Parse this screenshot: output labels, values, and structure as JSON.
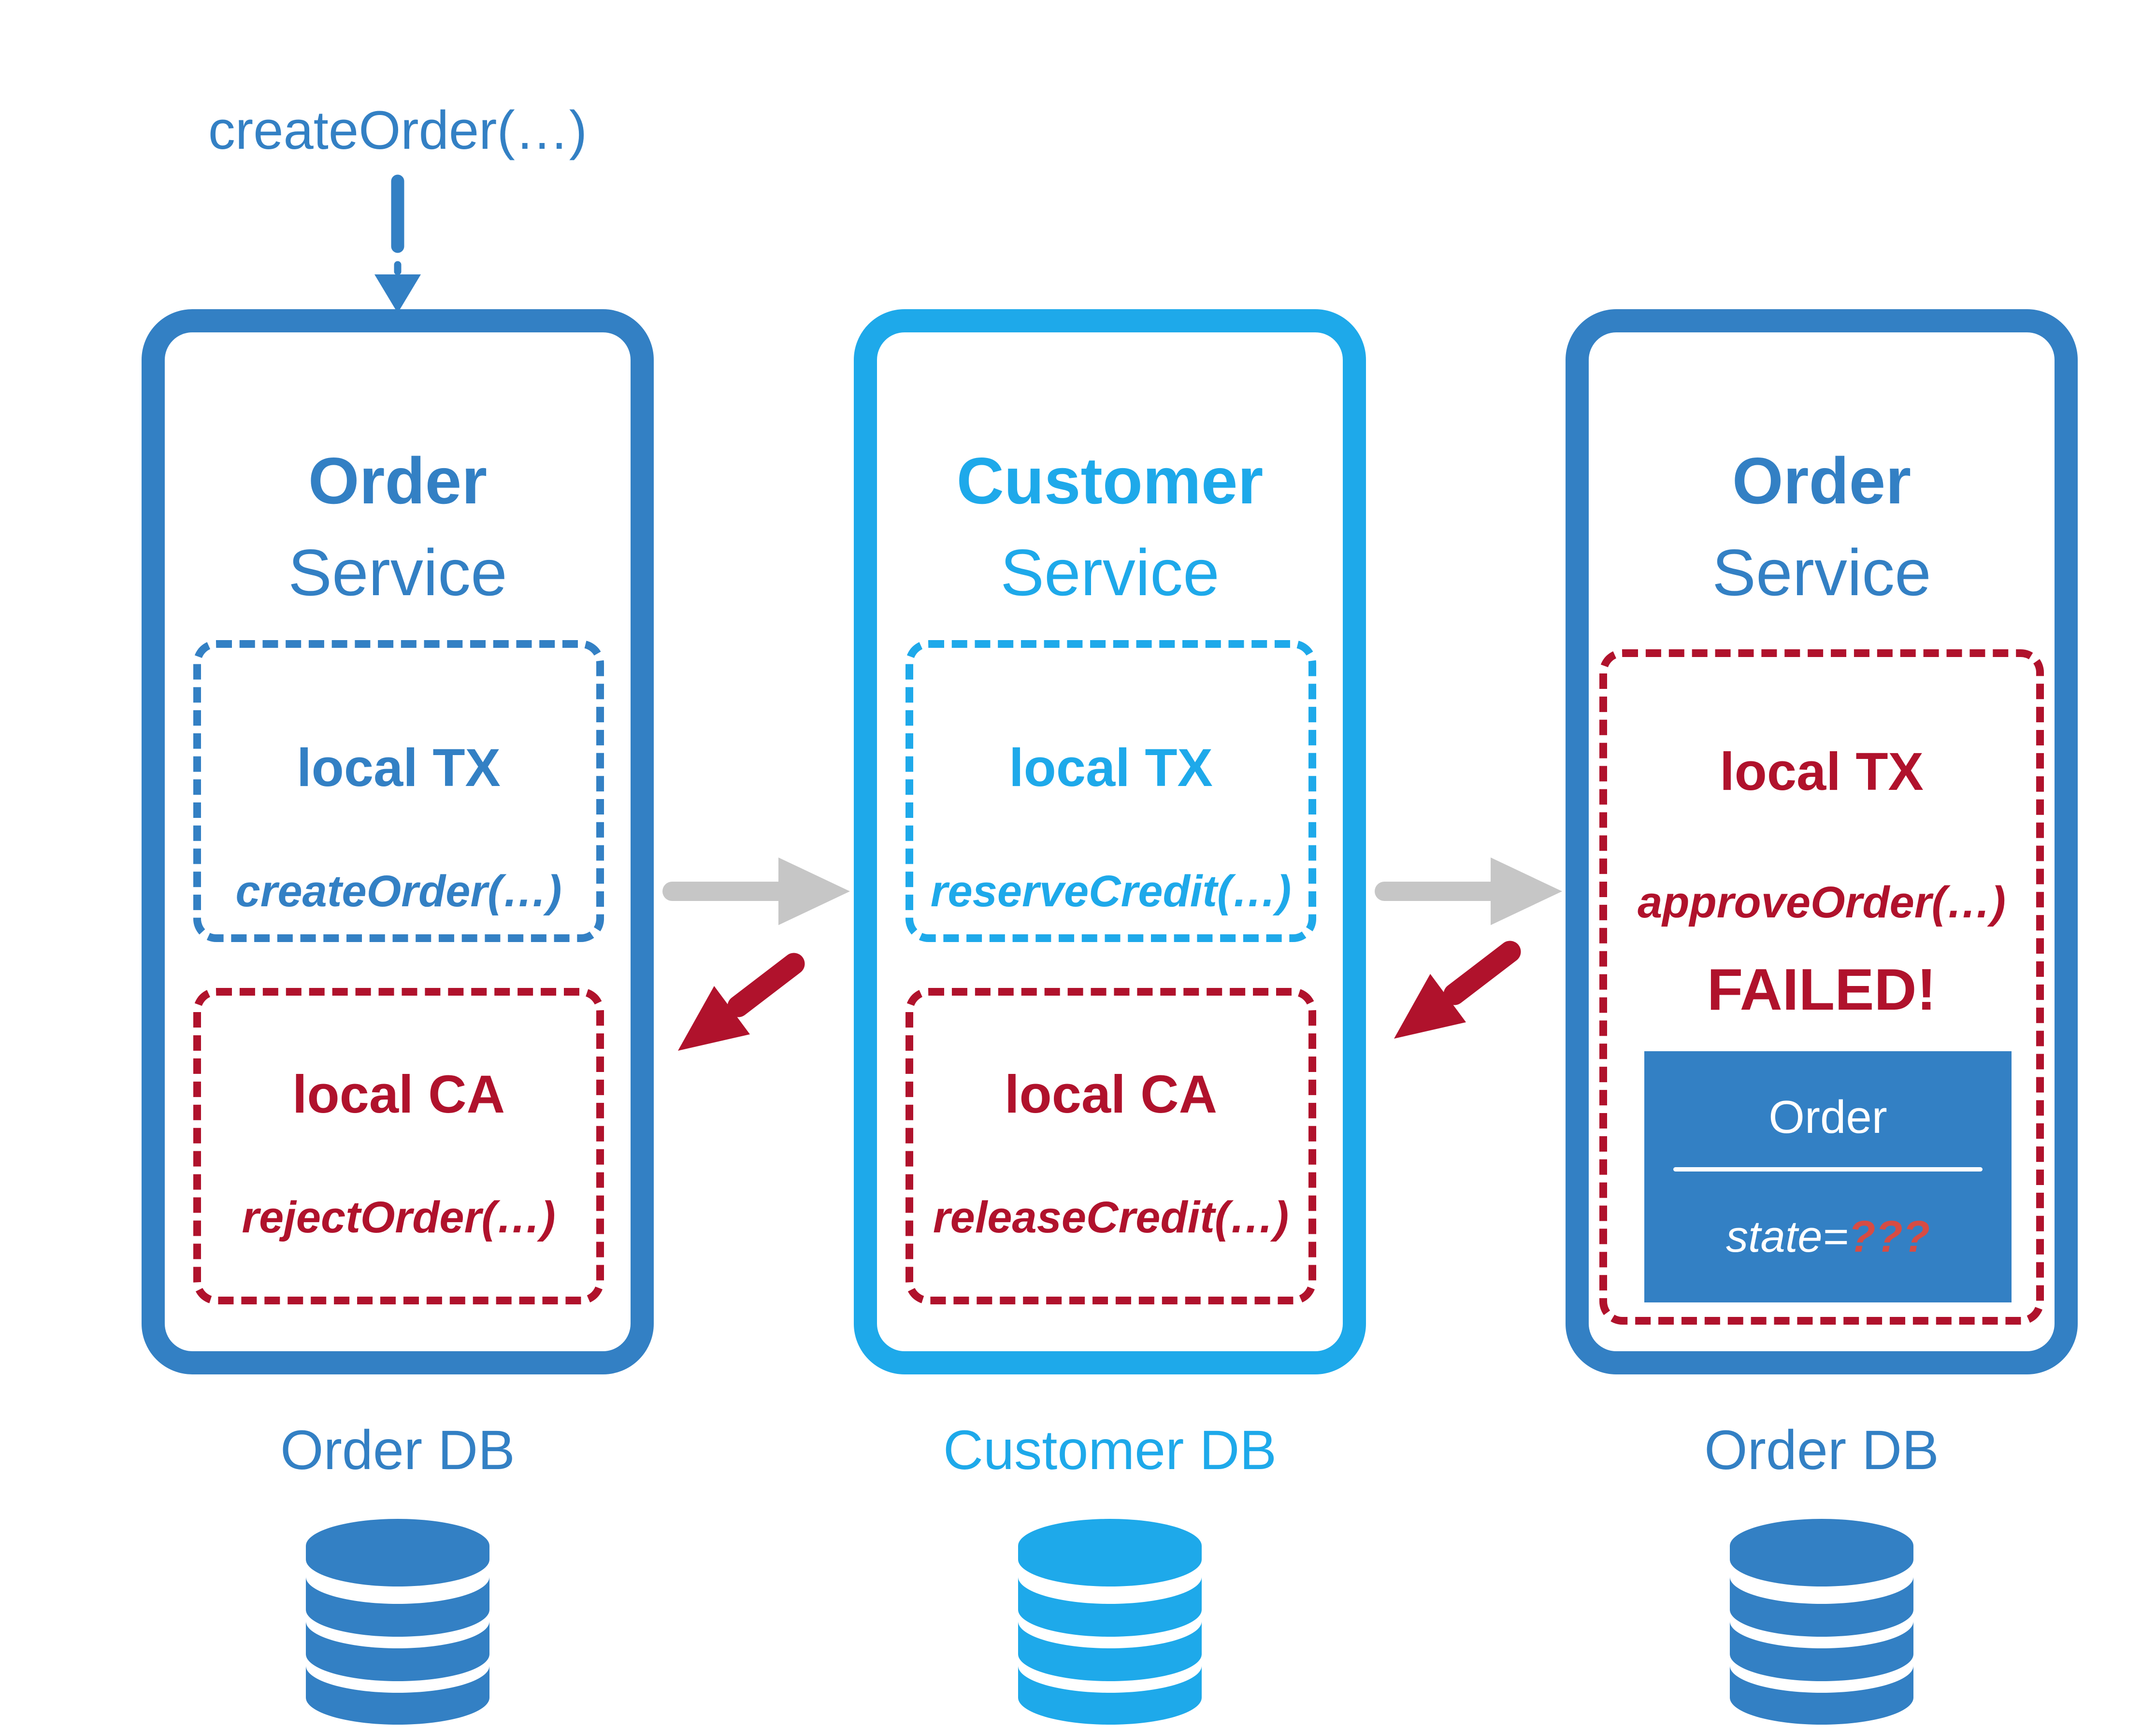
{
  "colors": {
    "blue": "#3380C4",
    "cyan": "#1EA9EA",
    "red": "#B0122C",
    "soft_red": "#D64C44",
    "gray": "#C6C6C6",
    "background": "#FFFFFF"
  },
  "invocation": {
    "label": "createOrder(…)"
  },
  "services": [
    {
      "title_bold": "Order",
      "title_rest": "Service",
      "tx": {
        "title": "local TX",
        "method": "createOrder(…)"
      },
      "ca": {
        "title": "local CA",
        "method": "rejectOrder(…)"
      },
      "db_label": "Order DB"
    },
    {
      "title_bold": "Customer",
      "title_rest": "Service",
      "tx": {
        "title": "local TX",
        "method": "reserveCredit(…)"
      },
      "ca": {
        "title": "local CA",
        "method": "releaseCredit(…)"
      },
      "db_label": "Customer DB"
    },
    {
      "title_bold": "Order",
      "title_rest": "Service",
      "tx": {
        "title": "local TX",
        "method": "approveOrder(…)",
        "status": "FAILED!"
      },
      "order_card": {
        "title": "Order",
        "state_label": "state=",
        "state_value": "???"
      },
      "db_label": "Order DB"
    }
  ]
}
